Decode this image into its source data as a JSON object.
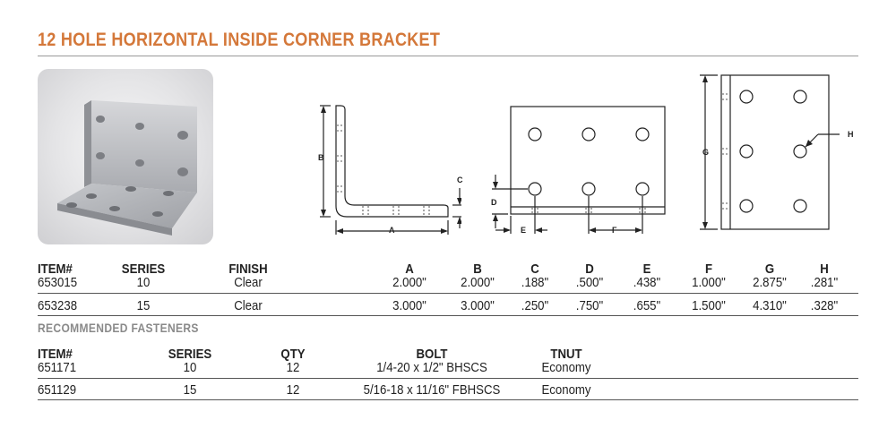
{
  "title": "12 HOLE HORIZONTAL INSIDE CORNER BRACKET",
  "dimension_labels": {
    "a": "A",
    "b": "B",
    "c": "C",
    "d": "D",
    "e": "E",
    "f": "F",
    "g": "G",
    "h": "H"
  },
  "items_table": {
    "headers": [
      "ITEM#",
      "SERIES",
      "FINISH",
      "A",
      "B",
      "C",
      "D",
      "E",
      "F",
      "G",
      "H"
    ],
    "rows": [
      [
        "653015",
        "10",
        "Clear",
        "2.000\"",
        "2.000\"",
        ".188\"",
        ".500\"",
        ".438\"",
        "1.000\"",
        "2.875\"",
        ".281\""
      ],
      [
        "653238",
        "15",
        "Clear",
        "3.000\"",
        "3.000\"",
        ".250\"",
        ".750\"",
        ".655\"",
        "1.500\"",
        "4.310\"",
        ".328\""
      ]
    ]
  },
  "fasteners_heading": "RECOMMENDED FASTENERS",
  "fasteners_table": {
    "headers": [
      "ITEM#",
      "SERIES",
      "QTY",
      "BOLT",
      "TNUT"
    ],
    "rows": [
      [
        "651171",
        "10",
        "12",
        "1/4-20 x 1/2\" BHSCS",
        "Economy"
      ],
      [
        "651129",
        "15",
        "12",
        "5/16-18 x 11/16\" FBHSCS",
        "Economy"
      ]
    ]
  }
}
